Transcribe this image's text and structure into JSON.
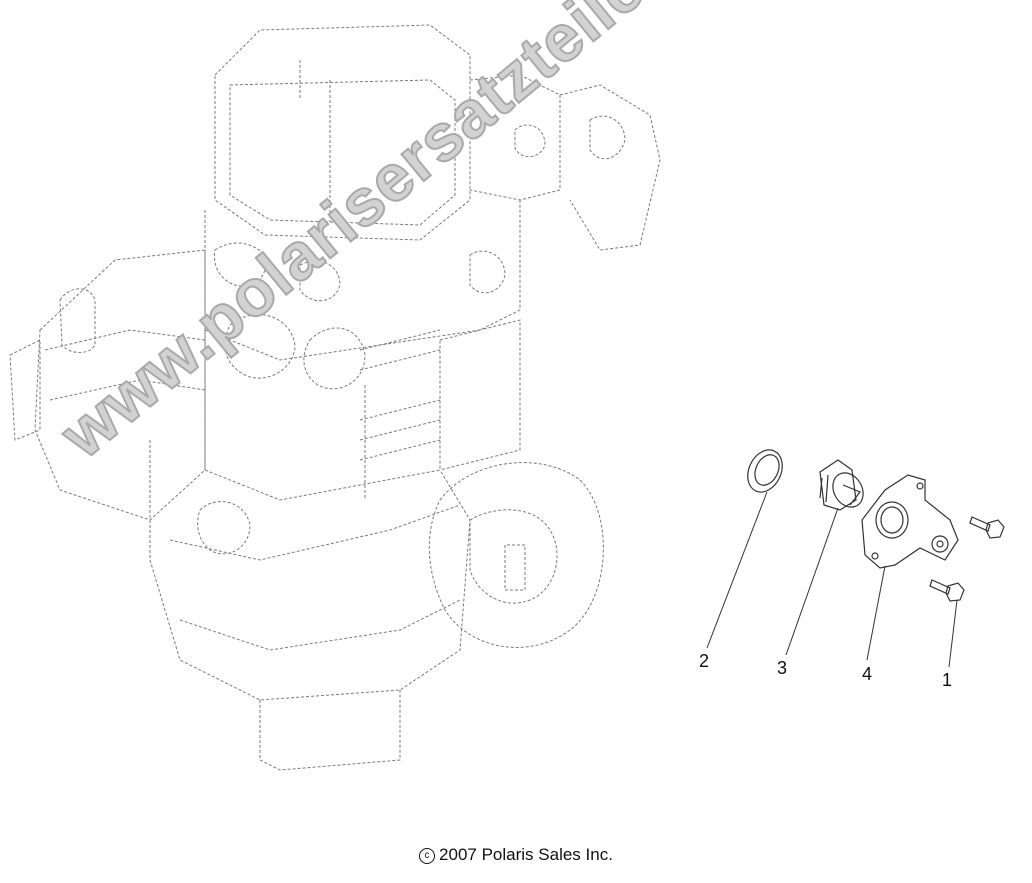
{
  "diagram": {
    "type": "exploded-parts-view",
    "subject": "engine with thermostat housing assembly",
    "callouts": [
      {
        "label": "2",
        "part": "o-ring / seal"
      },
      {
        "label": "3",
        "part": "thermostat"
      },
      {
        "label": "4",
        "part": "thermostat housing"
      },
      {
        "label": "1",
        "part": "bolt"
      }
    ]
  },
  "watermark": {
    "text": "www.polarisersatzteile.de",
    "color": "#d2d2d2"
  },
  "footer": {
    "copyright_symbol": "c",
    "copyright_text": "2007 Polaris Sales Inc."
  }
}
